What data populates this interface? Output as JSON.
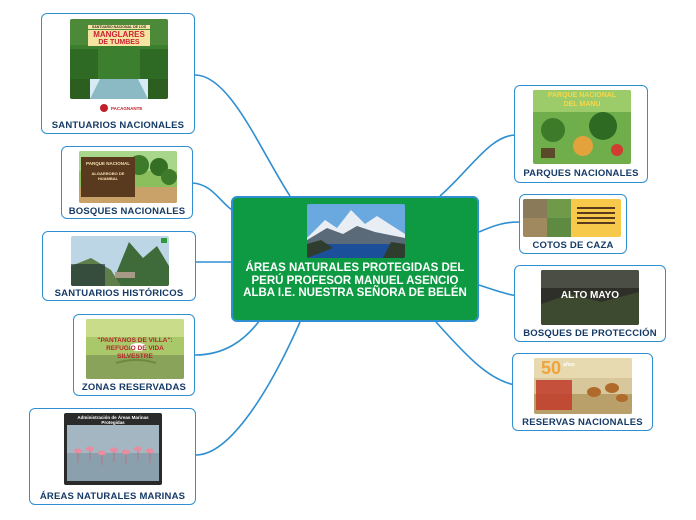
{
  "central": {
    "title": "ÁREAS NATURALES PROTEGIDAS DEL PERÚ PROFESOR MANUEL ASENCIO ALBA I.E. NUESTRA SEÑORA DE BELÉN",
    "image_icon": "mountain-lake-photo"
  },
  "colors": {
    "central_fill": "#0d9a43",
    "line": "#2f8fd0",
    "label_text": "#163a66"
  },
  "nodes": {
    "santuarios_nacionales": {
      "label": "SANTUARIOS NACIONALES",
      "img_text_1": "MANGLARES",
      "img_text_2": "DE TUMBES",
      "img_text_3": "SANTUARIO NACIONAL DE LOS",
      "logo_text": "PACAGNANTE"
    },
    "bosques_nacionales": {
      "label": "BOSQUES NACIONALES",
      "img_text_1": "PARQUE NACIONAL",
      "img_text_2": "ALGARROBO DE HUAMBAL"
    },
    "santuarios_historicos": {
      "label": "SANTUARIOS HISTÓRICOS"
    },
    "zonas_reservadas": {
      "label": "ZONAS RESERVADAS",
      "img_text_1": "\"PANTANOS DE VILLA\":",
      "img_text_2": "REFUGIO DE VIDA",
      "img_text_3": "SILVESTRE"
    },
    "areas_marinas": {
      "label": "ÁREAS NATURALES MARINAS",
      "img_text_1": "Administración de Áreas Marinas Protegidas"
    },
    "parques_nacionales": {
      "label": "PARQUES NACIONALES",
      "img_text_1": "PARQUE NACIONAL",
      "img_text_2": "DEL MANU"
    },
    "cotos_de_caza": {
      "label": "COTOS DE CAZA"
    },
    "bosques_proteccion": {
      "label": "BOSQUES DE PROTECCIÓN",
      "img_text_1": "ALTO MAYO"
    },
    "reservas_nacionales": {
      "label": "RESERVAS NACIONALES",
      "img_text_1": "50",
      "img_text_2": "años"
    }
  }
}
